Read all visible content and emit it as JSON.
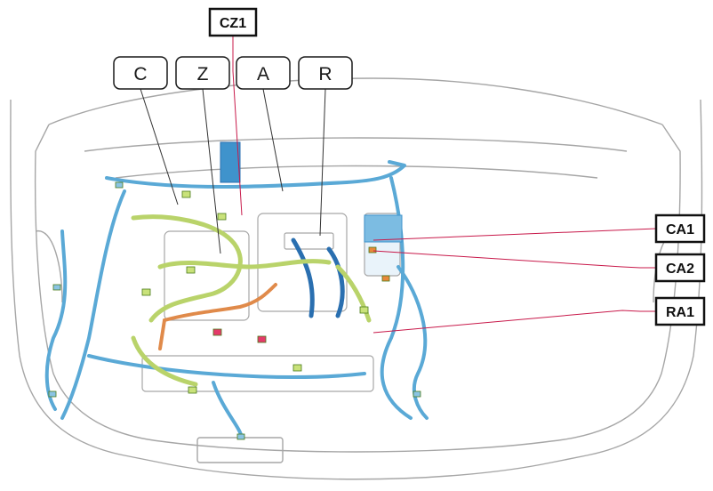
{
  "diagram": {
    "top_label": "CZ1",
    "harness_labels": [
      "C",
      "Z",
      "A",
      "R"
    ],
    "connector_labels": [
      "CA1",
      "CA2",
      "RA1"
    ]
  },
  "colors": {
    "outline": "#9a9a9a",
    "blue_harness": "#5aa9d6",
    "green_harness": "#b9d36a",
    "orange_harness": "#e08a4a",
    "dark_blue": "#2a6fb0",
    "leader_red": "#c8194a",
    "leader_dark": "#333333"
  }
}
